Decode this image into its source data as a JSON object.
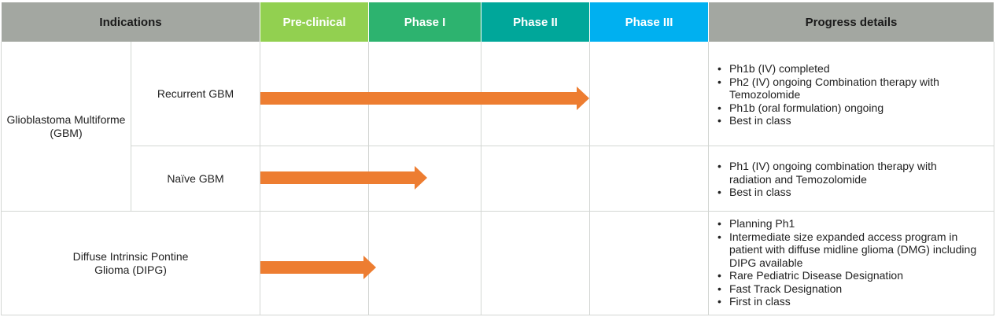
{
  "header": {
    "indications": "Indications",
    "preclinical": "Pre-clinical",
    "phase1": "Phase I",
    "phase2": "Phase II",
    "phase3": "Phase III",
    "progress": "Progress details"
  },
  "colors": {
    "header_gray": "#a3a7a1",
    "preclinical": "#92d050",
    "phase1": "#2db36f",
    "phase2": "#00a79a",
    "phase3": "#00b0f0",
    "arrow": "#ed7d31",
    "grid": "#d3d6d3"
  },
  "rows": {
    "gbm": {
      "indication": "Glioblastoma Multiforme (GBM)",
      "recurrent": {
        "label": "Recurrent GBM",
        "details": [
          "Ph1b (IV) completed",
          "Ph2 (IV) ongoing Combination therapy with Temozolomide",
          "Ph1b (oral formulation) ongoing",
          "Best in class"
        ]
      },
      "naive": {
        "label": "Naïve GBM",
        "details": [
          "Ph1 (IV) ongoing combination therapy with radiation and Temozolomide",
          "Best in class"
        ]
      }
    },
    "dipg": {
      "indication": "Diffuse Intrinsic Pontine Glioma (DIPG)",
      "details": [
        "Planning Ph1",
        "Intermediate size expanded access program in patient with diffuse midline glioma (DMG) including DIPG available",
        "Rare Pediatric Disease Designation",
        "Fast Track Designation",
        "First in class"
      ]
    }
  }
}
